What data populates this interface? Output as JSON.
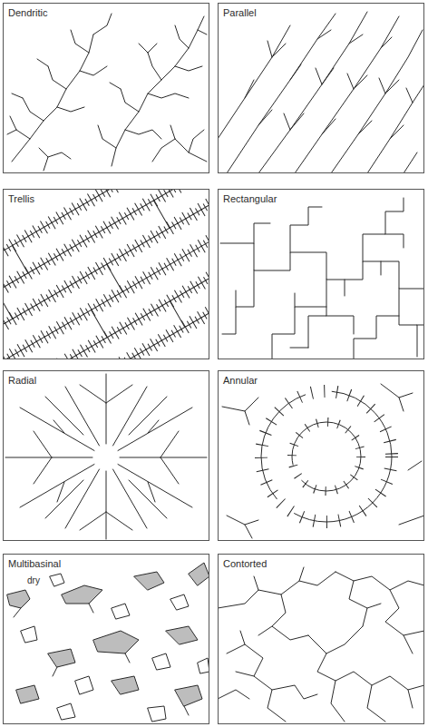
{
  "diagram": {
    "nodes": [
      {
        "text": [
          "Dendritic"
        ]
      },
      {
        "text": [
          "Parallel"
        ]
      },
      {
        "text": [
          "Trellis"
        ]
      },
      {
        "text": [
          "Rectangular"
        ]
      },
      {
        "text": [
          "Radial"
        ]
      },
      {
        "text": [
          "Annular"
        ]
      },
      {
        "text": [
          "Multibasinal"
        ]
      },
      {
        "text": [
          "Contorted"
        ]
      }
    ],
    "labels": [
      "dry"
    ]
  }
}
